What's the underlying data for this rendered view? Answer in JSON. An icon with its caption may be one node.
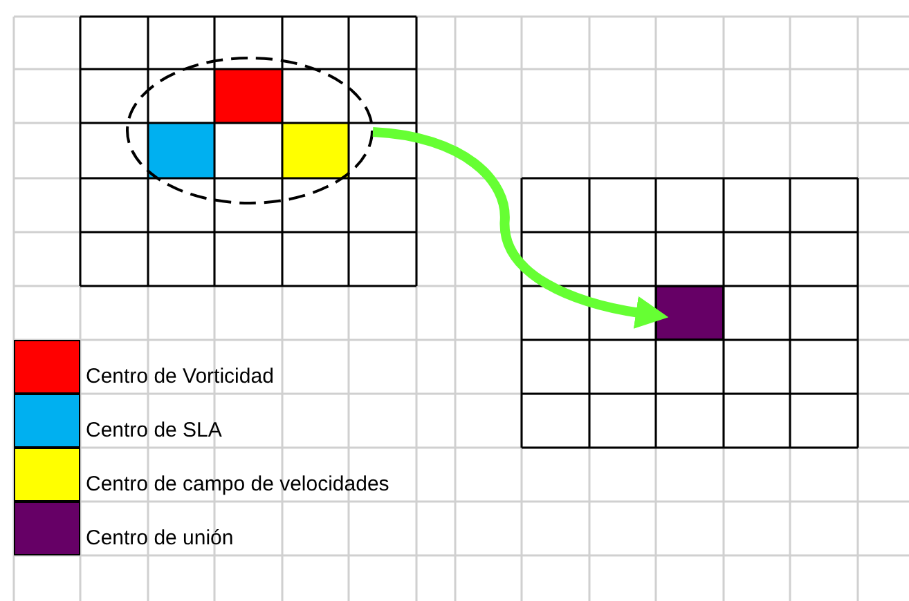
{
  "diagram": {
    "nodes": [
      {
        "text": [],
        "shape": "ellipse"
      },
      {
        "text": [],
        "shape": "box"
      }
    ],
    "edges": [
      {
        "from": 0,
        "to": 1,
        "arrow": "to",
        "color": "#66ff33"
      }
    ],
    "legend": [
      {
        "text": "Centro de Vorticidad",
        "color": "#ff0000"
      },
      {
        "text": "Centro de SLA",
        "color": "#00b0f0"
      },
      {
        "text": "Centro de campo de velocidades",
        "color": "#ffff00"
      },
      {
        "text": "Centro de unión",
        "color": "#660066"
      }
    ]
  }
}
